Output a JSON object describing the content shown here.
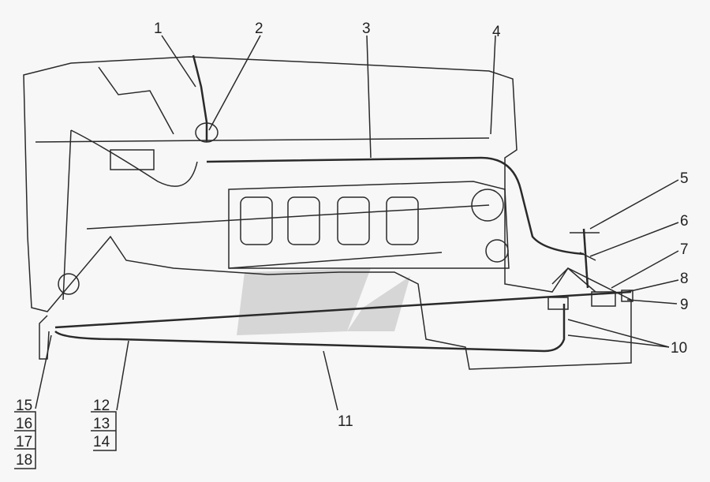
{
  "diagram": {
    "callouts": [
      "1",
      "2",
      "3",
      "4",
      "5",
      "6",
      "7",
      "8",
      "9",
      "10",
      "11"
    ],
    "group_a": [
      "12",
      "13",
      "14"
    ],
    "group_b": [
      "15",
      "16",
      "17",
      "18"
    ]
  }
}
